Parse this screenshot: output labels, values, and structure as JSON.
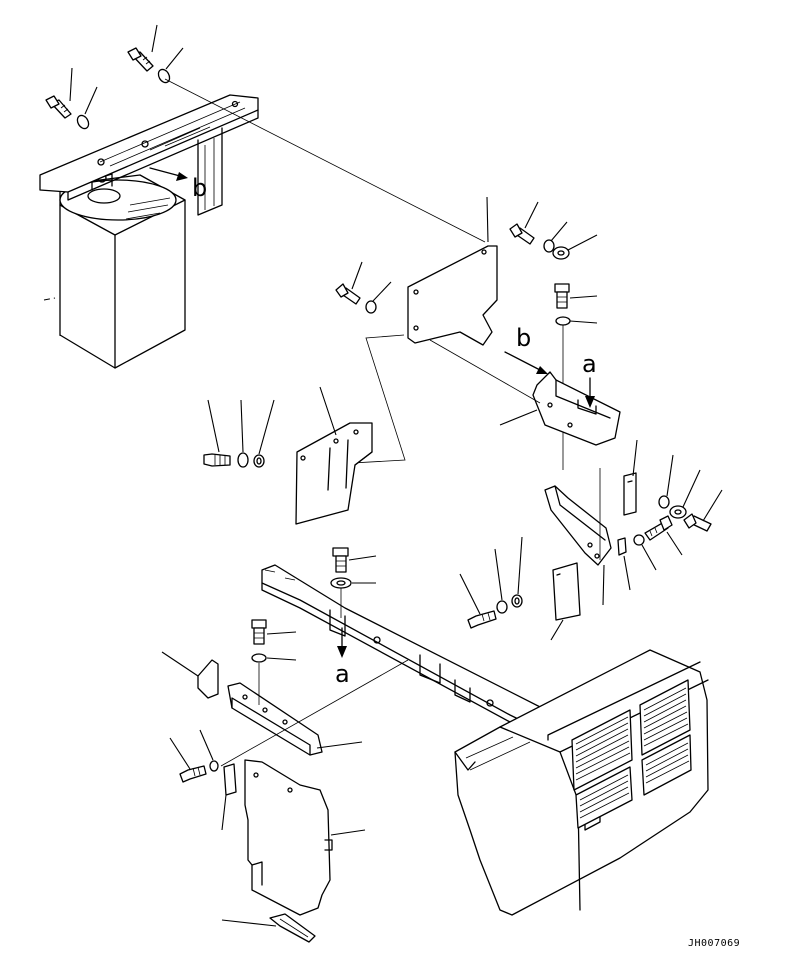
{
  "diagram": {
    "callouts": {
      "a_top": "a",
      "a_bottom": "a",
      "b_top": "b",
      "b_mid": "b"
    },
    "drawing_code": "JH007069"
  }
}
